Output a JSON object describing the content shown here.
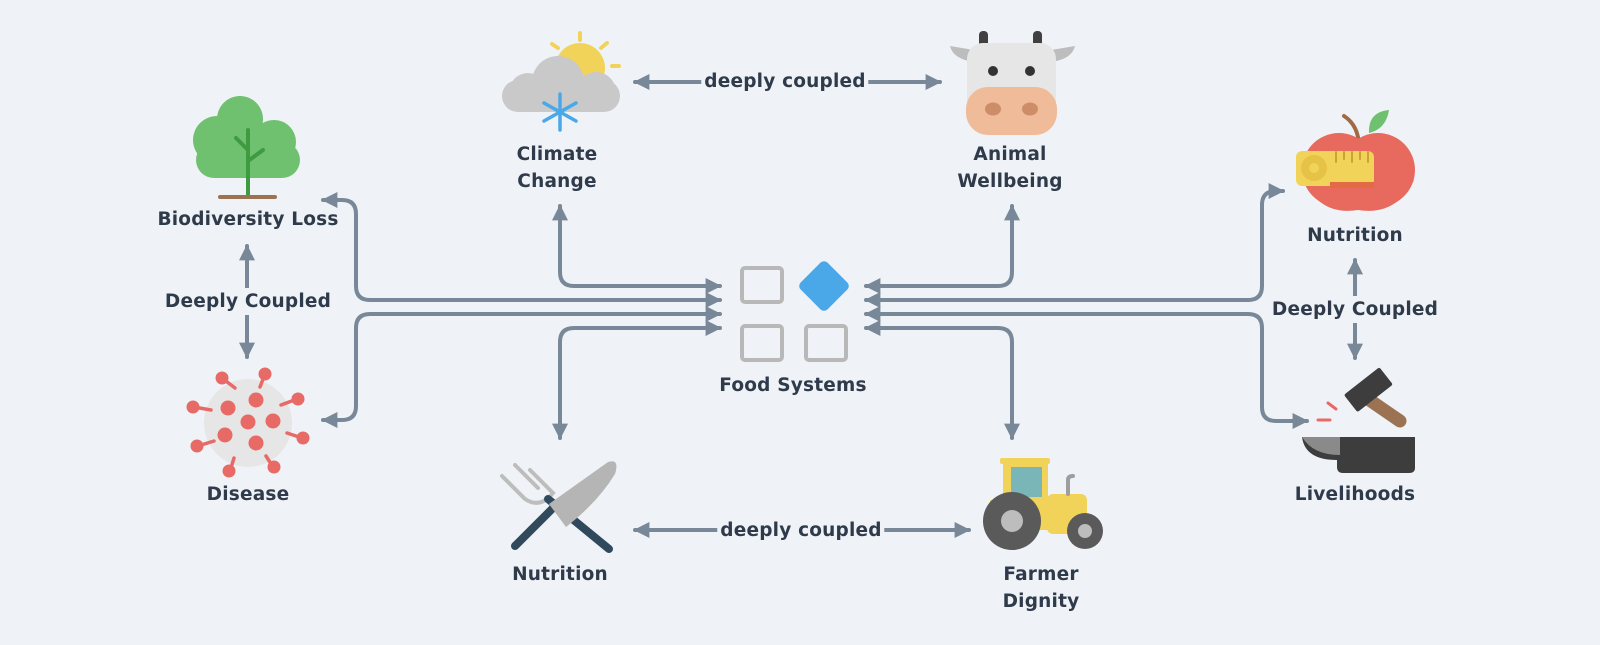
{
  "nodes": {
    "center": {
      "label": "Food Systems"
    },
    "climate": {
      "label_line1": "Climate",
      "label_line2": "Change"
    },
    "animal": {
      "label_line1": "Animal",
      "label_line2": "Wellbeing"
    },
    "biodiversity": {
      "label": "Biodiversity Loss"
    },
    "disease": {
      "label": "Disease"
    },
    "nutrition_bottom": {
      "label": "Nutrition"
    },
    "farmer": {
      "label_line1": "Farmer",
      "label_line2": "Dignity"
    },
    "nutrition_right": {
      "label": "Nutrition"
    },
    "livelihoods": {
      "label": "Livelihoods"
    }
  },
  "edges": {
    "climate_animal": "deeply coupled",
    "nutrition_farmer": "deeply coupled",
    "biodiversity_disease": "Deeply Coupled",
    "nutrition_livelihoods": "Deeply Coupled"
  },
  "colors": {
    "connector": "#788898",
    "text": "#2f3a4a",
    "background": "#eff3f7",
    "accent_blue": "#4aa8e8",
    "tile_gray": "#b8b8b8"
  },
  "icons": {
    "center": "food-systems-grid-icon",
    "climate": "weather-cloud-sun-snow-icon",
    "animal": "cow-face-icon",
    "biodiversity": "tree-icon",
    "disease": "virus-icon",
    "nutrition_bottom": "fork-knife-icon",
    "farmer": "tractor-icon",
    "nutrition_right": "apple-measuring-tape-icon",
    "livelihoods": "hammer-anvil-icon"
  }
}
